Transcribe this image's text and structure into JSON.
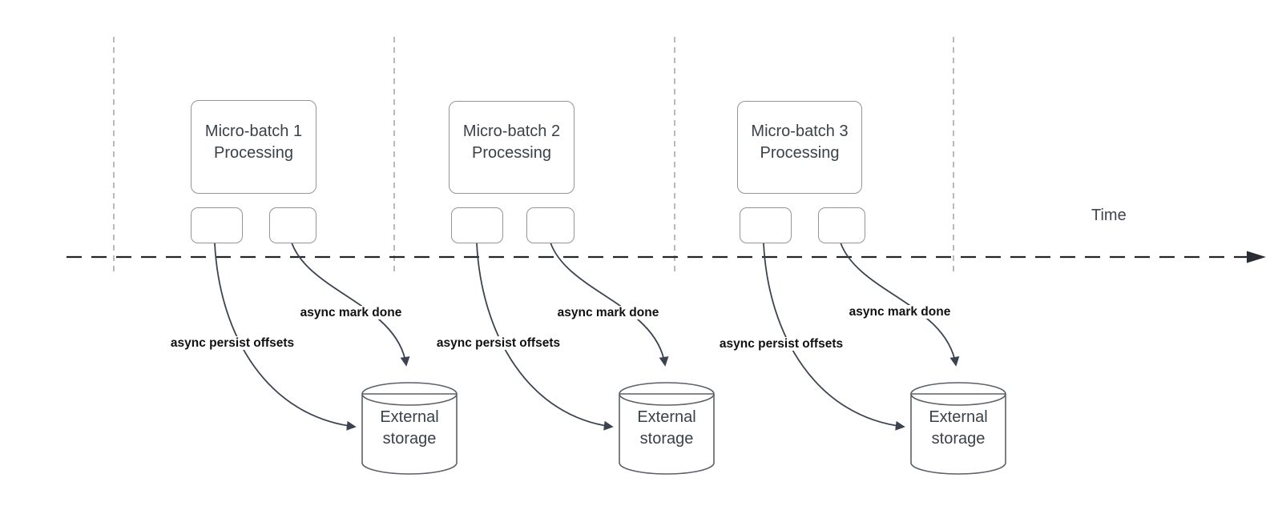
{
  "timeline": {
    "label": "Time"
  },
  "groups": [
    {
      "title": "Micro-batch 1 Processing",
      "persist_label": "async persist offsets",
      "done_label": "async mark done",
      "storage": "External storage"
    },
    {
      "title": "Micro-batch 2 Processing",
      "persist_label": "async persist offsets",
      "done_label": "async mark done",
      "storage": "External storage"
    },
    {
      "title": "Micro-batch 3 Processing",
      "persist_label": "async persist offsets",
      "done_label": "async mark done",
      "storage": "External storage"
    }
  ],
  "colors": {
    "background": "#ffffff",
    "connector": "#3c4350",
    "axis": "#222427",
    "guide_line": "#a6a9ac",
    "box_border": "#91959a",
    "box_text": "#3a4149",
    "label_text": "#101010"
  }
}
